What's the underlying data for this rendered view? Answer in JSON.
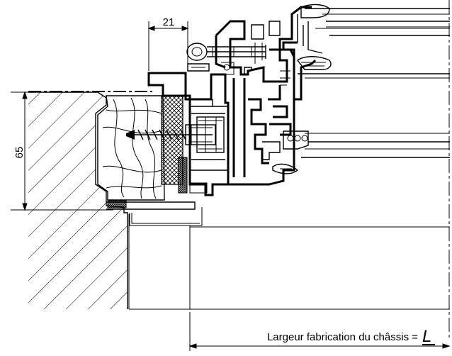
{
  "dimensions": {
    "top_width": "21",
    "left_height": "65"
  },
  "caption": {
    "text": "Largeur fabrication du châssis = ",
    "symbol": "L"
  }
}
